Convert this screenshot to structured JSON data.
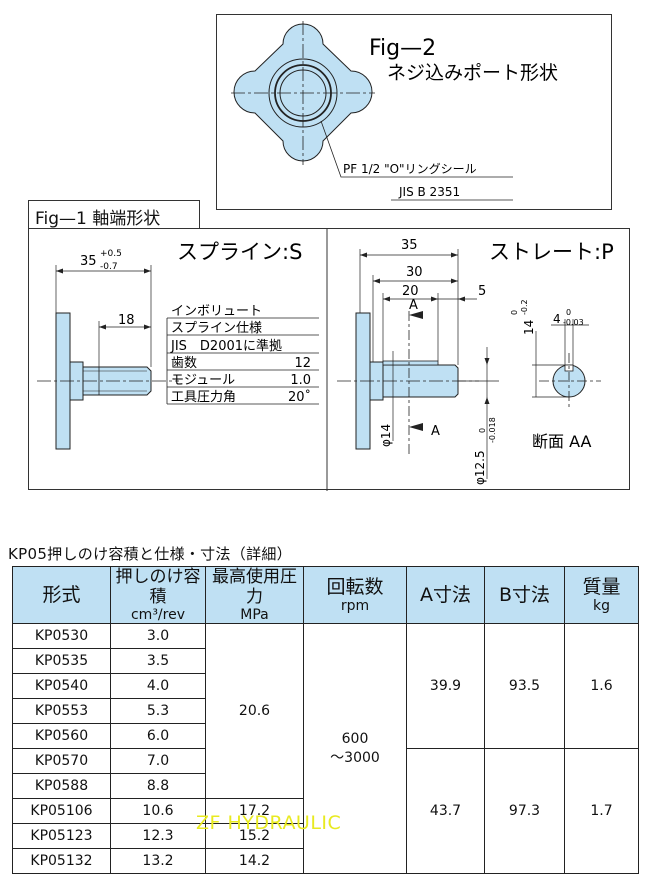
{
  "fig2": {
    "title": "Fig—2",
    "subtitle": "ネジ込みポート形状",
    "seal_label": "PF 1/2 \"O\"リングシール",
    "standard": "JIS B 2351"
  },
  "fig1": {
    "tab_label": "Fig—1 軸端形状",
    "spline": {
      "title": "スプライン:S",
      "dim_length": "35",
      "tol_plus": "+0.5",
      "tol_minus": "-0.7",
      "dim_spline": "18",
      "specs": [
        {
          "label": "インボリュート",
          "value": ""
        },
        {
          "label": "スプライン仕様",
          "value": ""
        },
        {
          "label": "JIS　D2001に準拠",
          "value": ""
        },
        {
          "label": "歯数",
          "value": "12"
        },
        {
          "label": "モジュール",
          "value": "1.0"
        },
        {
          "label": "工具圧力角",
          "value": "20˚"
        }
      ]
    },
    "straight": {
      "title": "ストレート:P",
      "dim_35": "35",
      "dim_30": "30",
      "dim_20": "20",
      "dim_5": "5",
      "section_mark_top": "A",
      "section_mark_bottom": "A",
      "dim_dia14": "φ14",
      "dim_dia125": "φ12.5",
      "dia125_tol_upper": "0",
      "dia125_tol_lower": "-0.018",
      "dim_key_height": "14",
      "key_height_tol_upper": "0",
      "key_height_tol_lower": "-0.2",
      "dim_key_width": "4",
      "key_width_tol_upper": "0",
      "key_width_tol_lower": "-0.03",
      "section_label": "断面 AA"
    }
  },
  "table": {
    "title": "KP05押しのけ容積と仕様・寸法（詳細）",
    "headers": [
      {
        "main": "形式",
        "unit": ""
      },
      {
        "main": "押しのけ容積",
        "unit": "cm³/rev"
      },
      {
        "main": "最高使用圧力",
        "unit": "MPa"
      },
      {
        "main": "回転数",
        "unit": "rpm"
      },
      {
        "main": "A寸法",
        "unit": ""
      },
      {
        "main": "B寸法",
        "unit": ""
      },
      {
        "main": "質量",
        "unit": "kg"
      }
    ],
    "rows": [
      {
        "model": "KP0530",
        "disp": "3.0"
      },
      {
        "model": "KP0535",
        "disp": "3.5"
      },
      {
        "model": "KP0540",
        "disp": "4.0"
      },
      {
        "model": "KP0553",
        "disp": "5.3"
      },
      {
        "model": "KP0560",
        "disp": "6.0"
      },
      {
        "model": "KP0570",
        "disp": "7.0"
      },
      {
        "model": "KP0588",
        "disp": "8.8"
      },
      {
        "model": "KP05106",
        "disp": "10.6"
      },
      {
        "model": "KP05123",
        "disp": "12.3"
      },
      {
        "model": "KP05132",
        "disp": "13.2"
      }
    ],
    "pressure_group": "20.6",
    "pressure_106": "17.2",
    "pressure_123": "15.2",
    "pressure_132": "14.2",
    "speed_line1": "600",
    "speed_line2": "～3000",
    "group1": {
      "a": "39.9",
      "b": "93.5",
      "mass": "1.6"
    },
    "group2": {
      "a": "43.7",
      "b": "97.3",
      "mass": "1.7"
    }
  },
  "watermark": "ZF HYDRAULIC",
  "colors": {
    "part_fill": "#bfe0f3",
    "line": "#222222",
    "header_fill": "#bfe0f3",
    "watermark": "#e8ea20"
  }
}
